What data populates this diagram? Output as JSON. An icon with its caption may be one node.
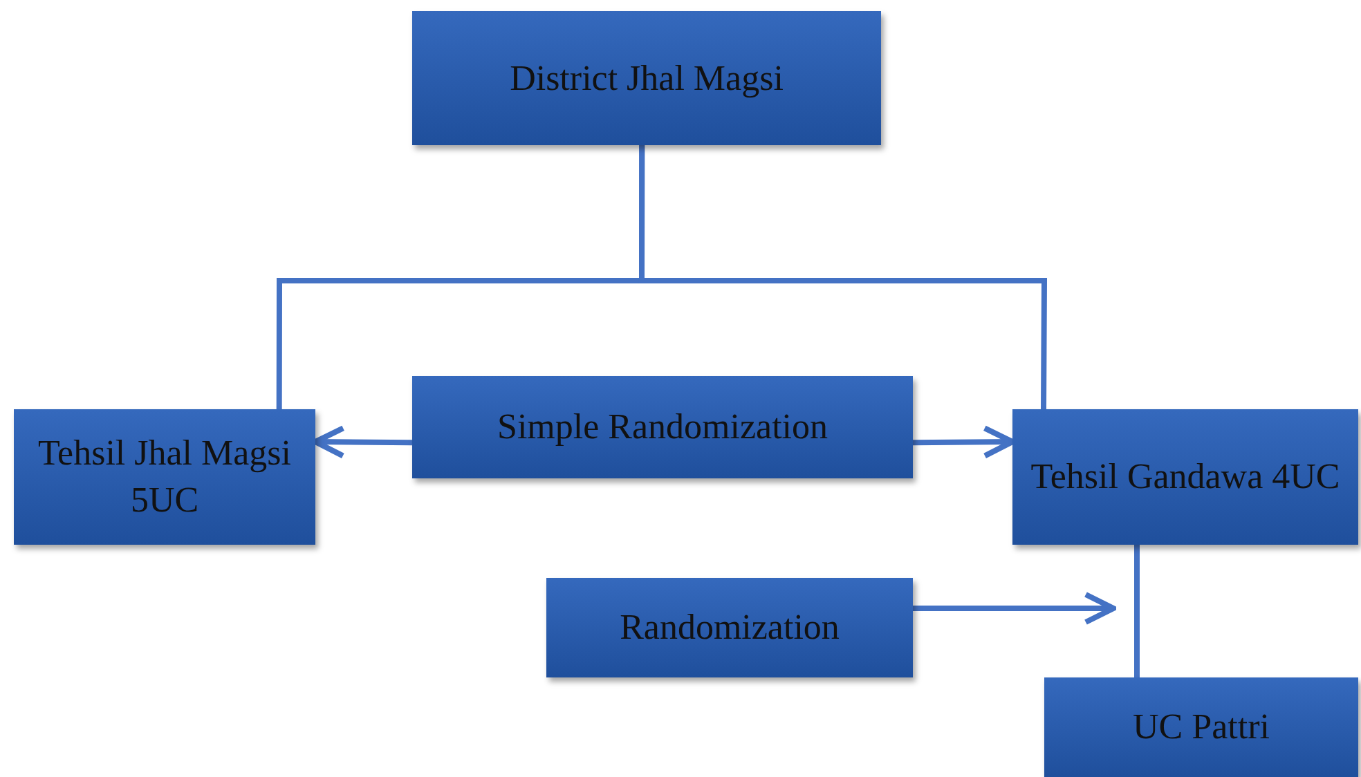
{
  "diagram": {
    "nodes": [
      {
        "text": [
          "District Jhal Magsi"
        ]
      },
      {
        "text": [
          "Tehsil Jhal Magsi 5UC"
        ]
      },
      {
        "text": [
          "Simple Randomization"
        ]
      },
      {
        "text": [
          "Tehsil Gandawa 4UC"
        ]
      },
      {
        "text": [
          "Randomization"
        ]
      },
      {
        "text": [
          "UC Pattri"
        ]
      }
    ],
    "edges": [
      {
        "from": 0,
        "to": 1,
        "arrow": "none"
      },
      {
        "from": 0,
        "to": 3,
        "arrow": "none"
      },
      {
        "from": 2,
        "to": 1,
        "arrow": "to"
      },
      {
        "from": 2,
        "to": 3,
        "arrow": "to"
      },
      {
        "from": 3,
        "to": 5,
        "arrow": "none"
      },
      {
        "from": 4,
        "to": null,
        "arrow": "to"
      }
    ]
  }
}
